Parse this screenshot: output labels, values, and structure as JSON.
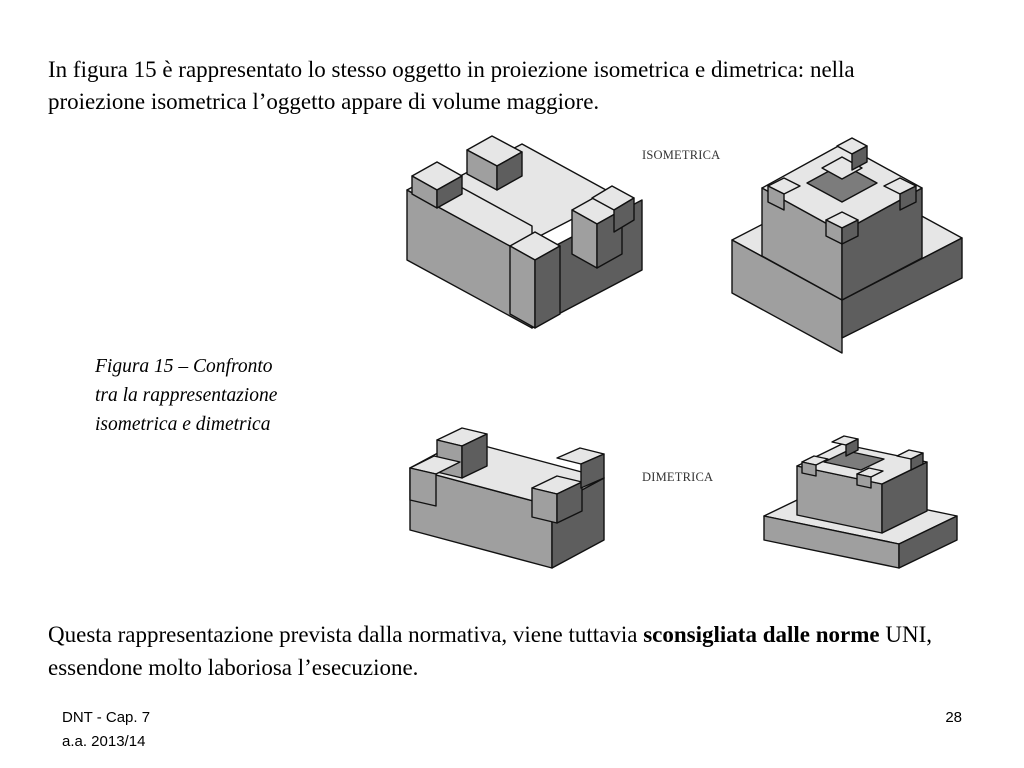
{
  "intro": {
    "text": "In figura 15 è rappresentato lo stesso oggetto in proiezione isometrica e dimetrica: nella proiezione isometrica l’oggetto appare di volume maggiore."
  },
  "figure": {
    "label_top": "ISOMETRICA",
    "label_bottom": "DIMETRICA"
  },
  "caption": {
    "line1": "Figura 15 – Confronto",
    "line2": "tra la rappresentazione",
    "line3": "isometrica e dimetrica"
  },
  "closing": {
    "part1": "Questa rappresentazione prevista dalla normativa, viene tuttavia ",
    "bold": "sconsigliata dalle norme",
    "part2": " UNI, essendone molto laboriosa l’esecuzione."
  },
  "footer": {
    "course": "DNT - Cap. 7",
    "year": "a.a. 2013/14",
    "page": "28"
  }
}
